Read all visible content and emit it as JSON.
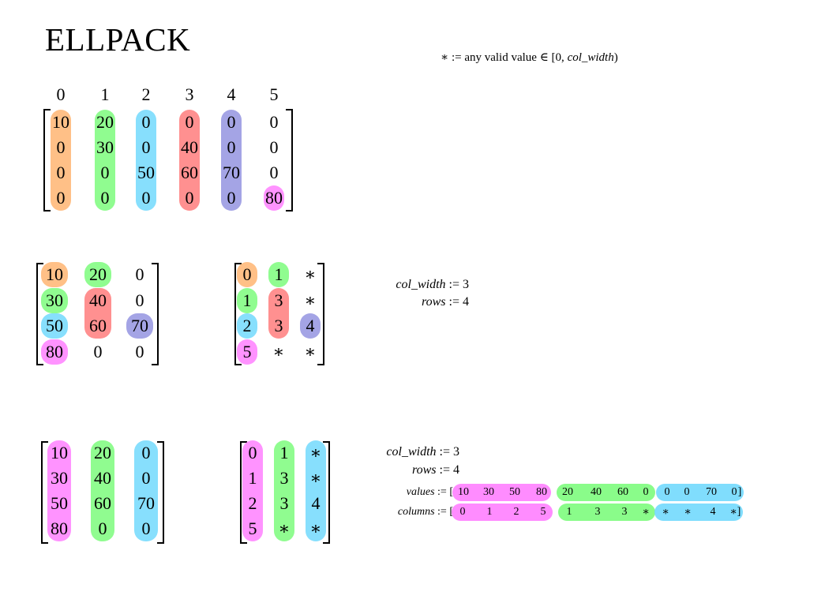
{
  "title": "ELLPACK",
  "legend": {
    "symbol": "∗ := any valid value ∈ [0, ",
    "var": "col_width",
    "close": ")"
  },
  "colors": {
    "orange": "#ffb572",
    "green": "#7dfc7d",
    "cyan": "#72d9fd",
    "red": "#ff7d7d",
    "purple": "#9494e0",
    "magenta": "#ff80ff"
  },
  "dense_matrix": {
    "column_headers": [
      "0",
      "1",
      "2",
      "3",
      "4",
      "5"
    ],
    "rows": [
      [
        "10",
        "20",
        "0",
        "0",
        "0",
        "0"
      ],
      [
        "0",
        "30",
        "0",
        "40",
        "0",
        "0"
      ],
      [
        "0",
        "0",
        "50",
        "60",
        "70",
        "0"
      ],
      [
        "0",
        "0",
        "0",
        "0",
        "0",
        "80"
      ]
    ],
    "highlights": [
      {
        "color": "orange",
        "cells": [
          [
            0,
            0
          ],
          [
            3,
            0
          ]
        ]
      },
      {
        "color": "green",
        "cells": [
          [
            0,
            1
          ],
          [
            3,
            1
          ]
        ]
      },
      {
        "color": "cyan",
        "cells": [
          [
            0,
            2
          ],
          [
            3,
            2
          ]
        ]
      },
      {
        "color": "red",
        "cells": [
          [
            0,
            3
          ],
          [
            3,
            3
          ]
        ]
      },
      {
        "color": "purple",
        "cells": [
          [
            0,
            4
          ],
          [
            3,
            4
          ]
        ]
      },
      {
        "color": "magenta",
        "cells": [
          [
            3,
            5
          ],
          [
            3,
            5
          ]
        ]
      }
    ]
  },
  "values_matrix": {
    "rows": [
      [
        "10",
        "20",
        "0"
      ],
      [
        "30",
        "40",
        "0"
      ],
      [
        "50",
        "60",
        "70"
      ],
      [
        "80",
        "0",
        "0"
      ]
    ],
    "highlights": [
      {
        "color": "orange",
        "cells": [
          [
            0,
            0
          ],
          [
            0,
            0
          ]
        ]
      },
      {
        "color": "green",
        "cells": [
          [
            0,
            1
          ],
          [
            0,
            1
          ]
        ]
      },
      {
        "color": "green",
        "cells": [
          [
            1,
            0
          ],
          [
            1,
            0
          ]
        ]
      },
      {
        "color": "red",
        "cells": [
          [
            1,
            1
          ],
          [
            2,
            1
          ]
        ]
      },
      {
        "color": "cyan",
        "cells": [
          [
            2,
            0
          ],
          [
            2,
            0
          ]
        ]
      },
      {
        "color": "purple",
        "cells": [
          [
            2,
            2
          ],
          [
            2,
            2
          ]
        ]
      },
      {
        "color": "magenta",
        "cells": [
          [
            3,
            0
          ],
          [
            3,
            0
          ]
        ]
      }
    ]
  },
  "columns_matrix": {
    "rows": [
      [
        "0",
        "1",
        "∗"
      ],
      [
        "1",
        "3",
        "∗"
      ],
      [
        "2",
        "3",
        "4"
      ],
      [
        "5",
        "∗",
        "∗"
      ]
    ],
    "highlights": [
      {
        "color": "orange",
        "cells": [
          [
            0,
            0
          ],
          [
            0,
            0
          ]
        ]
      },
      {
        "color": "green",
        "cells": [
          [
            0,
            1
          ],
          [
            0,
            1
          ]
        ]
      },
      {
        "color": "green",
        "cells": [
          [
            1,
            0
          ],
          [
            1,
            0
          ]
        ]
      },
      {
        "color": "red",
        "cells": [
          [
            1,
            1
          ],
          [
            2,
            1
          ]
        ]
      },
      {
        "color": "cyan",
        "cells": [
          [
            2,
            0
          ],
          [
            2,
            0
          ]
        ]
      },
      {
        "color": "purple",
        "cells": [
          [
            2,
            2
          ],
          [
            2,
            2
          ]
        ]
      },
      {
        "color": "magenta",
        "cells": [
          [
            3,
            0
          ],
          [
            3,
            0
          ]
        ]
      }
    ]
  },
  "values_matrix_cols": {
    "rows": [
      [
        "10",
        "20",
        "0"
      ],
      [
        "30",
        "40",
        "0"
      ],
      [
        "50",
        "60",
        "70"
      ],
      [
        "80",
        "0",
        "0"
      ]
    ],
    "highlights": [
      {
        "color": "magenta",
        "cells": [
          [
            0,
            0
          ],
          [
            3,
            0
          ]
        ]
      },
      {
        "color": "green",
        "cells": [
          [
            0,
            1
          ],
          [
            3,
            1
          ]
        ]
      },
      {
        "color": "cyan",
        "cells": [
          [
            0,
            2
          ],
          [
            3,
            2
          ]
        ]
      }
    ]
  },
  "columns_matrix_cols": {
    "rows": [
      [
        "0",
        "1",
        "∗"
      ],
      [
        "1",
        "3",
        "∗"
      ],
      [
        "2",
        "3",
        "4"
      ],
      [
        "5",
        "∗",
        "∗"
      ]
    ],
    "highlights": [
      {
        "color": "magenta",
        "cells": [
          [
            0,
            0
          ],
          [
            3,
            0
          ]
        ]
      },
      {
        "color": "green",
        "cells": [
          [
            0,
            1
          ],
          [
            3,
            1
          ]
        ]
      },
      {
        "color": "cyan",
        "cells": [
          [
            0,
            2
          ],
          [
            3,
            2
          ]
        ]
      }
    ]
  },
  "defs_middle": {
    "col_width": "col_width",
    "col_width_val": " := 3",
    "rows": "rows",
    "rows_val": " := 4"
  },
  "defs_bottom": {
    "col_width": "col_width",
    "col_width_val": " := 3",
    "rows": "rows",
    "rows_val": " := 4",
    "values_label": "values",
    "values_assign": " := [",
    "columns_label": "columns",
    "columns_assign": " := [",
    "values": [
      [
        "10",
        "30",
        "50",
        "80"
      ],
      [
        "20",
        "40",
        "60",
        "0"
      ],
      [
        "0",
        "0",
        "70",
        "0"
      ]
    ],
    "columns": [
      [
        "0",
        "1",
        "2",
        "5"
      ],
      [
        "1",
        "3",
        "3",
        "∗"
      ],
      [
        "∗",
        "∗",
        "4",
        "∗"
      ]
    ],
    "group_colors": [
      "magenta",
      "green",
      "cyan"
    ],
    "close": "]"
  }
}
